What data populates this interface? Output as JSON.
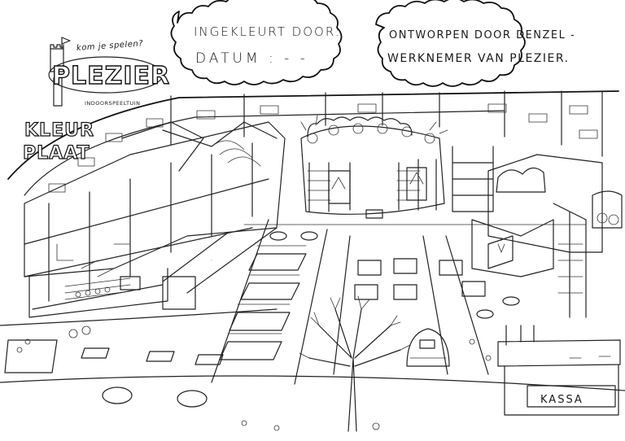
{
  "header_clouds": {
    "left": {
      "line1": "INGEKLEURT DOOR:",
      "line2": "DATUM : -  -"
    },
    "right": {
      "line1": "ONTWORPEN DOOR DENZEL -",
      "line2": "WERKNEMER VAN PLEZIER."
    }
  },
  "logo": {
    "tagline": "kom je spelen?",
    "word": "PLEZIER",
    "subtitle": "INDOORSPEELTUIN"
  },
  "page_label": {
    "line1": "KLEUR",
    "line2": "PLAAT"
  },
  "kassa": {
    "label": "KASSA"
  },
  "colors": {
    "ink": "#1a1a1a",
    "paper": "#ffffff"
  }
}
